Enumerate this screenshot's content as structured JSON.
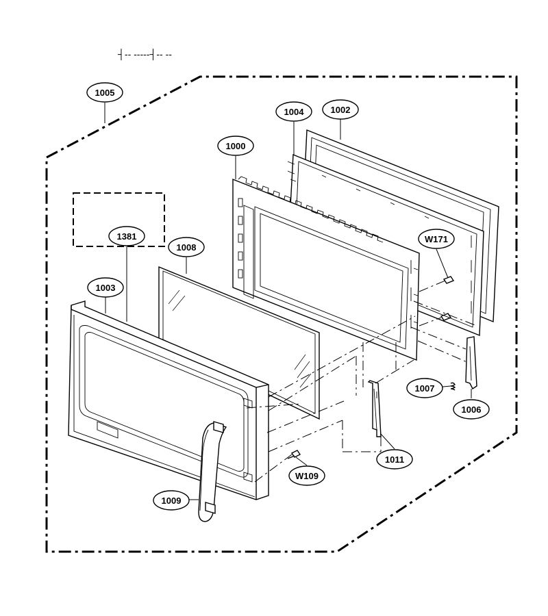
{
  "header_fragment": "┤-- -----┤-- --",
  "callouts": {
    "c1005": "1005",
    "c1004": "1004",
    "c1002": "1002",
    "c1000": "1000",
    "c1381": "1381",
    "c1008": "1008",
    "c1003": "1003",
    "cW171": "W171",
    "c1007": "1007",
    "c1006": "1006",
    "c1011": "1011",
    "cW109": "W109",
    "c1009": "1009"
  }
}
